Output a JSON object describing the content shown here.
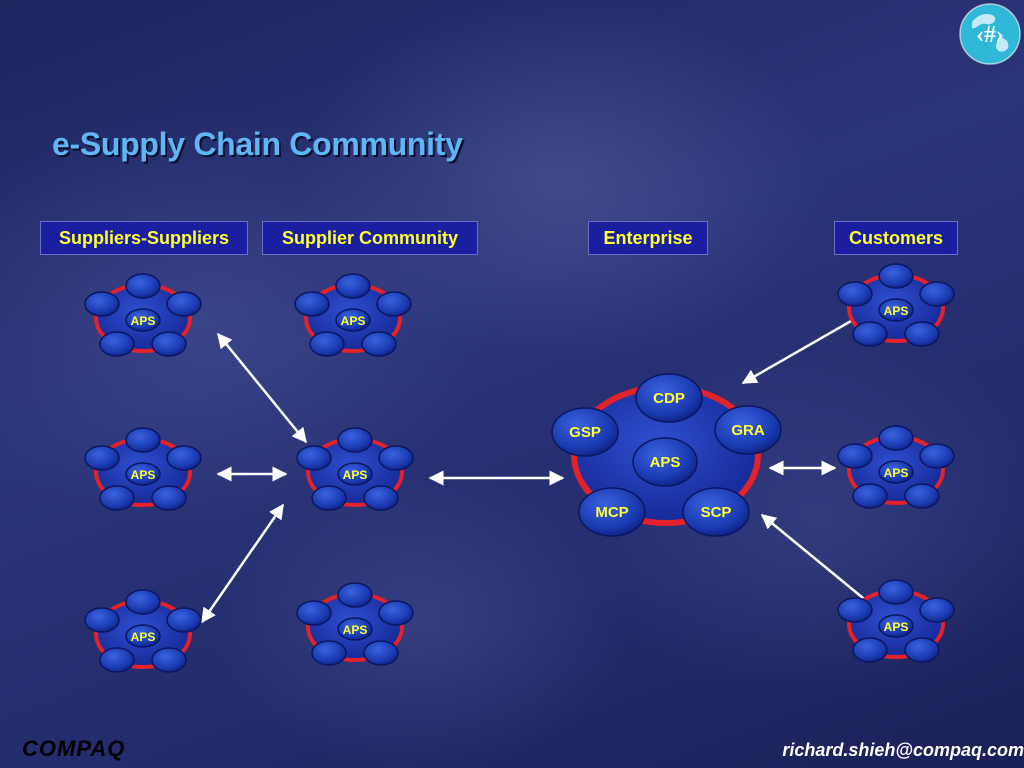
{
  "slide": {
    "title": "e-Supply Chain Community",
    "slide_number": "‹#›",
    "footer_logo": "COMPAQ",
    "footer_email": "richard.shieh@compaq.com"
  },
  "headers": {
    "suppliers_suppliers": "Suppliers-Suppliers",
    "supplier_community": "Supplier Community",
    "enterprise": "Enterprise",
    "customers": "Customers"
  },
  "node_label": "APS",
  "enterprise_hub": {
    "center": "APS",
    "satellites": [
      "CDP",
      "GRA",
      "SCP",
      "MCP",
      "GSP"
    ]
  },
  "colors": {
    "title": "#5fb6f2",
    "header_text": "#ffff33",
    "header_bg": "#1a1fa0",
    "ring": "#e3222a",
    "node": "#1a3ab0",
    "node_label": "#ffff33",
    "arrow": "#ffffff"
  }
}
